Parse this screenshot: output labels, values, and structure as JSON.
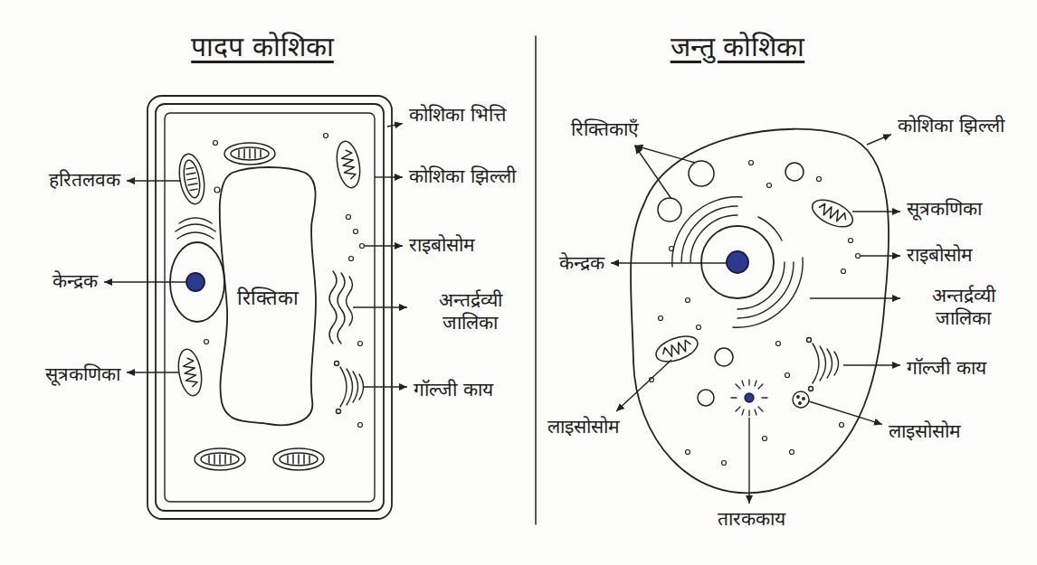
{
  "diagram": {
    "nodes": [
      {
        "text": [
          "रिक्तिका"
        ]
      }
    ],
    "labels": [
      "पादप कोशिका",
      "जन्तु कोशिका",
      "कोशिका भित्ति",
      "हरितलवक",
      "कोशिका झिल्ली",
      "राइबोसोम",
      "केन्द्रक",
      "अन्तर्द्रव्यी जालिका",
      "सूत्रकणिका",
      "गॉल्जी काय",
      "रिक्तिकाएँ",
      "कोशिका झिल्ली",
      "सूत्रकणिका",
      "राइबोसोम",
      "केन्द्रक",
      "अन्तर्द्रव्यी जालिका",
      "गॉल्जी काय",
      "लाइसोसोम",
      "लाइसोसोम",
      "तारककाय"
    ]
  }
}
